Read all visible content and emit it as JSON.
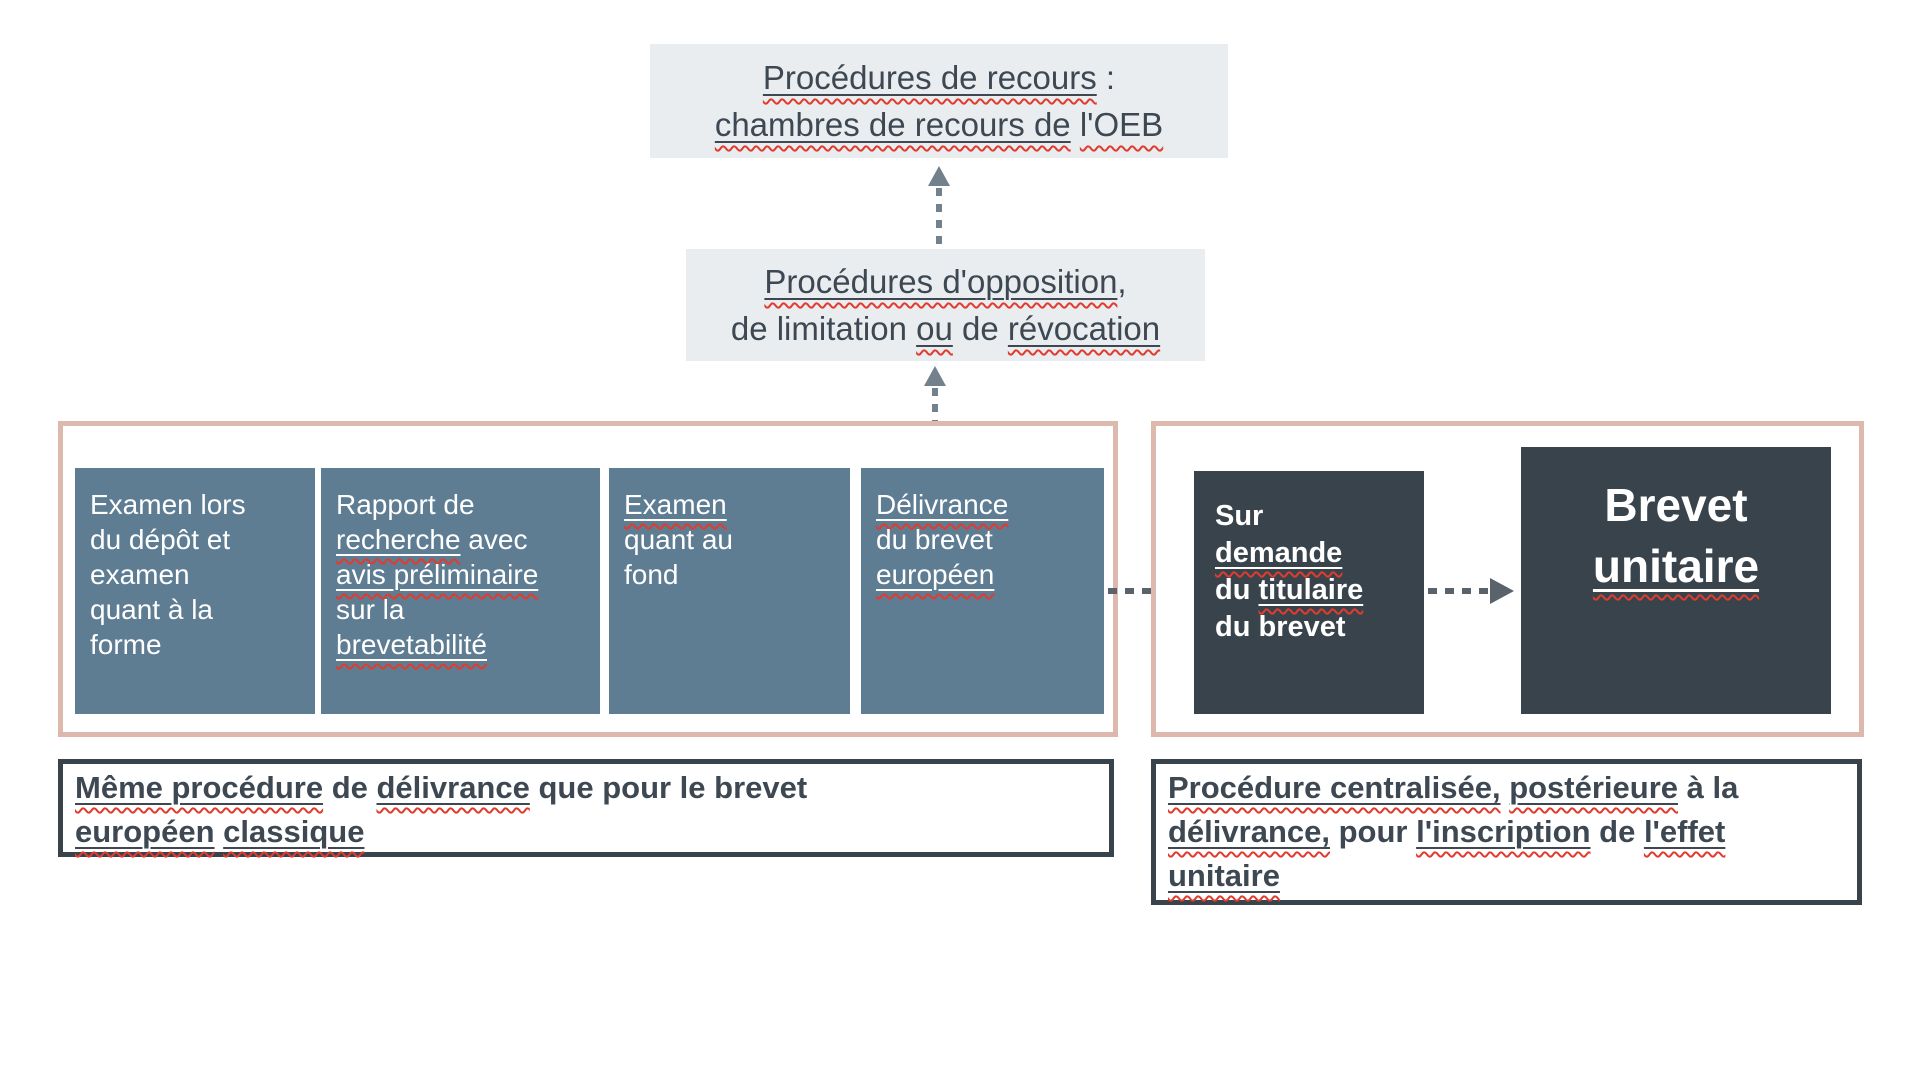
{
  "diagram": {
    "title_hint": "Procédure du brevet européen et du brevet unitaire (OEB)",
    "colors": {
      "box_light_bg": "#e9edf0",
      "box_blue_bg": "#5e7d93",
      "box_dark_bg": "#39434c",
      "container_border": "#dcb9ac",
      "label_border": "#39434c",
      "text_dark": "#3d4852",
      "arrow_vertical": "#73818d",
      "arrow_horizontal": "#5a636b",
      "squiggle_red": "#e23b2e"
    },
    "nodes": {
      "recours": {
        "lines": [
          [
            {
              "t": "Procédures de recours",
              "u": true,
              "sq": true
            },
            {
              "t": " :"
            }
          ],
          [
            {
              "t": "chambres de recours de",
              "u": true,
              "sq": true
            },
            {
              "t": " "
            },
            {
              "t": "l'OEB",
              "sq": true
            }
          ]
        ]
      },
      "opposition": {
        "lines": [
          [
            {
              "t": "Procédures d'opposition",
              "u": true,
              "sq": true
            },
            {
              "t": ","
            }
          ],
          [
            {
              "t": "de limitation "
            },
            {
              "t": "ou",
              "u": true,
              "sq": true
            },
            {
              "t": " de "
            },
            {
              "t": "révocation",
              "u": true,
              "sq": true
            }
          ]
        ]
      },
      "examen_depot": {
        "lines": [
          [
            {
              "t": "Examen lors"
            }
          ],
          [
            {
              "t": "du dépôt et"
            }
          ],
          [
            {
              "t": "examen"
            }
          ],
          [
            {
              "t": "quant à la"
            }
          ],
          [
            {
              "t": "forme"
            }
          ]
        ]
      },
      "rapport": {
        "lines": [
          [
            {
              "t": "Rapport de"
            }
          ],
          [
            {
              "t": "recherche",
              "u": true,
              "sq": true
            },
            {
              "t": " avec"
            }
          ],
          [
            {
              "t": "avis préliminaire",
              "u": true,
              "sq": true
            }
          ],
          [
            {
              "t": "sur la"
            }
          ],
          [
            {
              "t": "brevetabilité",
              "u": true,
              "sq": true
            }
          ]
        ]
      },
      "examen_fond": {
        "lines": [
          [
            {
              "t": "Examen",
              "u": true,
              "sq": true
            }
          ],
          [
            {
              "t": "quant au"
            }
          ],
          [
            {
              "t": "fond"
            }
          ]
        ]
      },
      "delivrance": {
        "lines": [
          [
            {
              "t": "Délivrance",
              "u": true,
              "sq": true
            }
          ],
          [
            {
              "t": "du brevet"
            }
          ],
          [
            {
              "t": "européen",
              "u": true,
              "sq": true
            }
          ]
        ]
      },
      "sur_demande": {
        "lines": [
          [
            {
              "t": "Sur"
            }
          ],
          [
            {
              "t": "demande",
              "u": true,
              "sq": true
            }
          ],
          [
            {
              "t": "du "
            },
            {
              "t": "titulaire",
              "u": true,
              "sq": true
            }
          ],
          [
            {
              "t": "du brevet"
            }
          ]
        ]
      },
      "brevet_unitaire": {
        "lines": [
          [
            {
              "t": "Brevet"
            }
          ],
          [
            {
              "t": "unitaire",
              "u": true,
              "sq": true
            }
          ]
        ]
      },
      "label_left": {
        "lines": [
          [
            {
              "t": "Même procédure",
              "u": true,
              "sq": true
            },
            {
              "t": " de "
            },
            {
              "t": "délivrance",
              "u": true,
              "sq": true
            },
            {
              "t": " que pour le brevet"
            }
          ],
          [
            {
              "t": "européen",
              "u": true,
              "sq": true
            },
            {
              "t": " "
            },
            {
              "t": "classique",
              "u": true,
              "sq": true
            }
          ]
        ]
      },
      "label_right": {
        "lines": [
          [
            {
              "t": "Procédure centralisée,",
              "u": true,
              "sq": true
            },
            {
              "t": " "
            },
            {
              "t": "postérieure",
              "u": true,
              "sq": true
            },
            {
              "t": " à la"
            }
          ],
          [
            {
              "t": "délivrance,",
              "u": true,
              "sq": true
            },
            {
              "t": " pour "
            },
            {
              "t": "l'inscription",
              "u": true,
              "sq": true
            },
            {
              "t": " de "
            },
            {
              "t": "l'effet",
              "u": true,
              "sq": true
            }
          ],
          [
            {
              "t": "unitaire",
              "u": true,
              "sq": true
            }
          ]
        ]
      }
    }
  }
}
